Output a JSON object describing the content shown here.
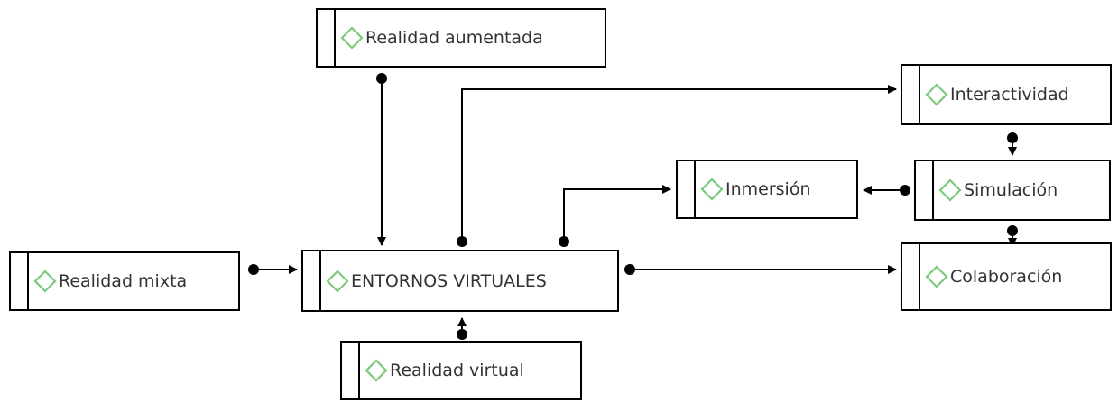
{
  "colors": {
    "icon_outline": "#7cc97c",
    "line": "#000000",
    "box_border": "#000000"
  },
  "nodes": {
    "realidad_aumentada": {
      "label": "Realidad aumentada",
      "icon": "diamond-icon"
    },
    "interactividad": {
      "label": "Interactividad",
      "icon": "diamond-icon"
    },
    "inmersion": {
      "label": "Inmersión",
      "icon": "diamond-icon"
    },
    "simulacion": {
      "label": "Simulación",
      "icon": "diamond-icon"
    },
    "realidad_mixta": {
      "label": "Realidad mixta",
      "icon": "diamond-icon"
    },
    "entornos_virtuales": {
      "label": "ENTORNOS VIRTUALES",
      "icon": "diamond-icon"
    },
    "colaboracion": {
      "label": "Colaboración",
      "icon": "diamond-icon"
    },
    "realidad_virtual": {
      "label": "Realidad virtual",
      "icon": "diamond-icon"
    }
  },
  "edges": [
    {
      "from": "realidad_aumentada",
      "to": "entornos_virtuales"
    },
    {
      "from": "entornos_virtuales",
      "to": "interactividad"
    },
    {
      "from": "entornos_virtuales",
      "to": "inmersion"
    },
    {
      "from": "interactividad",
      "to": "simulacion"
    },
    {
      "from": "simulacion",
      "to": "inmersion"
    },
    {
      "from": "simulacion",
      "to": "colaboracion"
    },
    {
      "from": "realidad_mixta",
      "to": "entornos_virtuales"
    },
    {
      "from": "entornos_virtuales",
      "to": "colaboracion"
    },
    {
      "from": "realidad_virtual",
      "to": "entornos_virtuales"
    }
  ]
}
